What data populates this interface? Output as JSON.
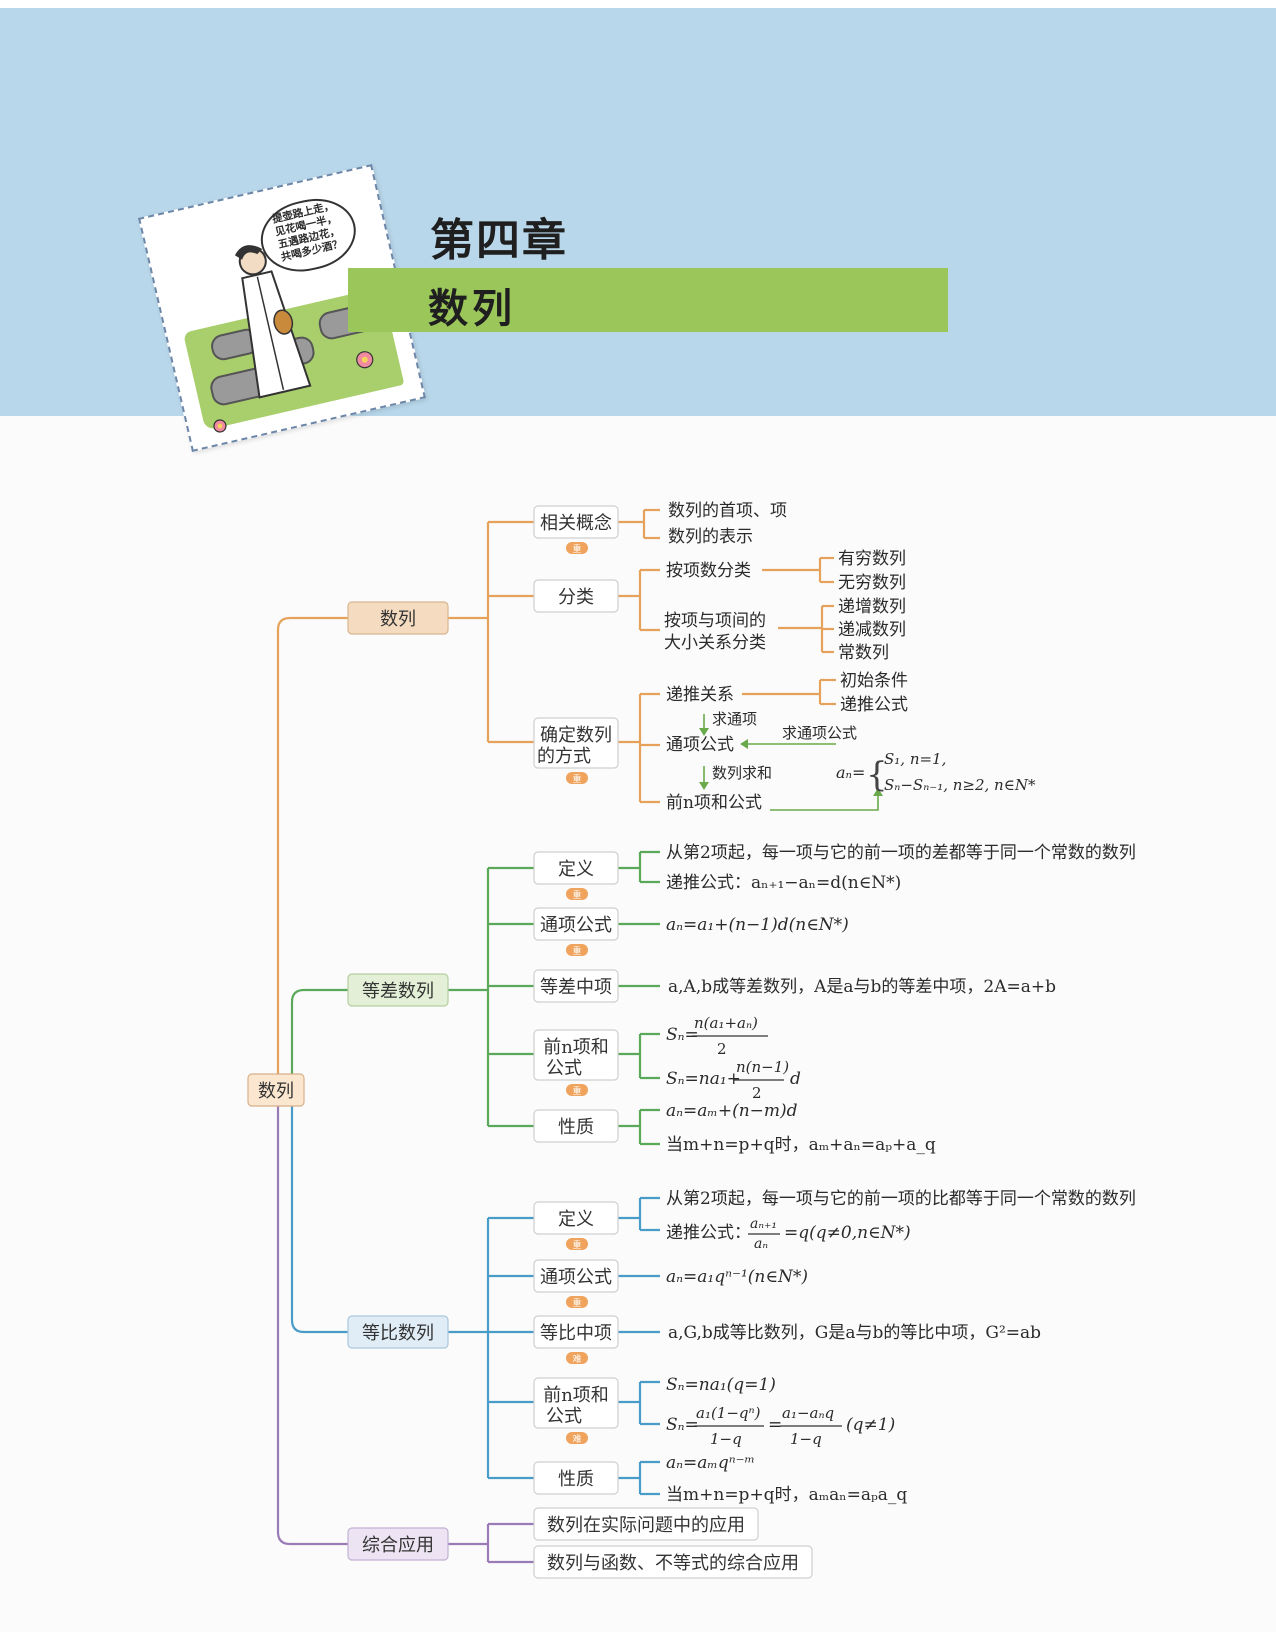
{
  "header": {
    "chapter": "第四章",
    "title": "数列",
    "cartoon_bubble": [
      "提壶路上走，",
      "见花喝一半，",
      "五遇路边花，",
      "共喝多少酒？"
    ]
  },
  "badges": {
    "key": "重",
    "hard": "难"
  },
  "root": "数列",
  "branches": [
    {
      "label": "数列",
      "color": "#e6a25a",
      "fill": "#f5dcc0",
      "children": [
        {
          "label": "相关概念",
          "badge": "重",
          "leaves": [
            "数列的首项、项",
            "数列的表示"
          ]
        },
        {
          "label": "分类",
          "badge": "",
          "leaves": []
        },
        {
          "label_lines": [
            "确定数列",
            "的方式"
          ],
          "badge": "重",
          "leaves": []
        }
      ],
      "classification": {
        "by_count": "按项数分类",
        "by_count_items": [
          "有穷数列",
          "无穷数列"
        ],
        "by_relation_lines": [
          "按项与项间的",
          "大小关系分类"
        ],
        "by_relation_items": [
          "递增数列",
          "递减数列",
          "常数列"
        ]
      },
      "determine": {
        "recursion": "递推关系",
        "recursion_items": [
          "初始条件",
          "递推公式"
        ],
        "down1": "求通项",
        "general": "通项公式",
        "back": "求通项公式",
        "down2": "数列求和",
        "sum": "前n项和公式",
        "piece": [
          "S₁, n=1,",
          "Sₙ−Sₙ₋₁, n≥2, n∈N*"
        ]
      }
    },
    {
      "label": "等差数列",
      "color": "#5aa85a",
      "fill": "#e3efd6",
      "children": [
        {
          "label": "定义",
          "badge": "重",
          "leaves": [
            "从第2项起，每一项与它的前一项的差都等于同一个常数的数列",
            "递推公式：aₙ₊₁−aₙ=d(n∈N*)"
          ]
        },
        {
          "label": "通项公式",
          "badge": "重",
          "leaves": [
            "aₙ=a₁+(n−1)d(n∈N*)"
          ]
        },
        {
          "label": "等差中项",
          "badge": "",
          "leaves": [
            "a,A,b成等差数列，A是a与b的等差中项，2A=a+b"
          ]
        },
        {
          "label_lines": [
            "前n项和",
            "公式"
          ],
          "badge": "重",
          "leaves": [],
          "formula": {
            "s1_lhs": "Sₙ=",
            "s1_num": "n(a₁+aₙ)",
            "s1_den": "2",
            "s2_lhs": "Sₙ=na₁+",
            "s2_num": "n(n−1)",
            "s2_den": "2",
            "s2_tail": "d"
          }
        },
        {
          "label": "性质",
          "badge": "",
          "leaves": [
            "aₙ=aₘ+(n−m)d",
            "当m+n=p+q时，aₘ+aₙ=aₚ+a_q"
          ]
        }
      ]
    },
    {
      "label": "等比数列",
      "color": "#4a9cc8",
      "fill": "#e0edf6",
      "children": [
        {
          "label": "定义",
          "badge": "重",
          "leaves": [
            "从第2项起，每一项与它的前一项的比都等于同一个常数的数列",
            "=q(q≠0,n∈N*)"
          ],
          "frac": {
            "lhs": "递推公式：",
            "num": "aₙ₊₁",
            "den": "aₙ"
          }
        },
        {
          "label": "通项公式",
          "badge": "重",
          "leaves": [
            "aₙ=a₁qⁿ⁻¹(n∈N*)"
          ]
        },
        {
          "label": "等比中项",
          "badge": "难",
          "leaves": [
            "a,G,b成等比数列，G是a与b的等比中项，G²=ab"
          ]
        },
        {
          "label_lines": [
            "前n项和",
            "公式"
          ],
          "badge": "难",
          "leaves": [
            "Sₙ=na₁(q=1)"
          ],
          "formula": {
            "lhs": "Sₙ=",
            "n1": "a₁(1−qⁿ)",
            "d1": "1−q",
            "eq": "=",
            "n2": "a₁−aₙq",
            "d2": "1−q",
            "tail": "(q≠1)"
          }
        },
        {
          "label": "性质",
          "badge": "",
          "leaves": [
            "aₙ=aₘqⁿ⁻ᵐ",
            "当m+n=p+q时，aₘaₙ=aₚa_q"
          ]
        }
      ]
    },
    {
      "label": "综合应用",
      "color": "#9a7bb8",
      "fill": "#ece4f2",
      "children": [
        {
          "label": "数列在实际问题中的应用",
          "badge": "",
          "leaves": []
        },
        {
          "label": "数列与函数、不等式的综合应用",
          "badge": "",
          "leaves": []
        }
      ]
    }
  ]
}
